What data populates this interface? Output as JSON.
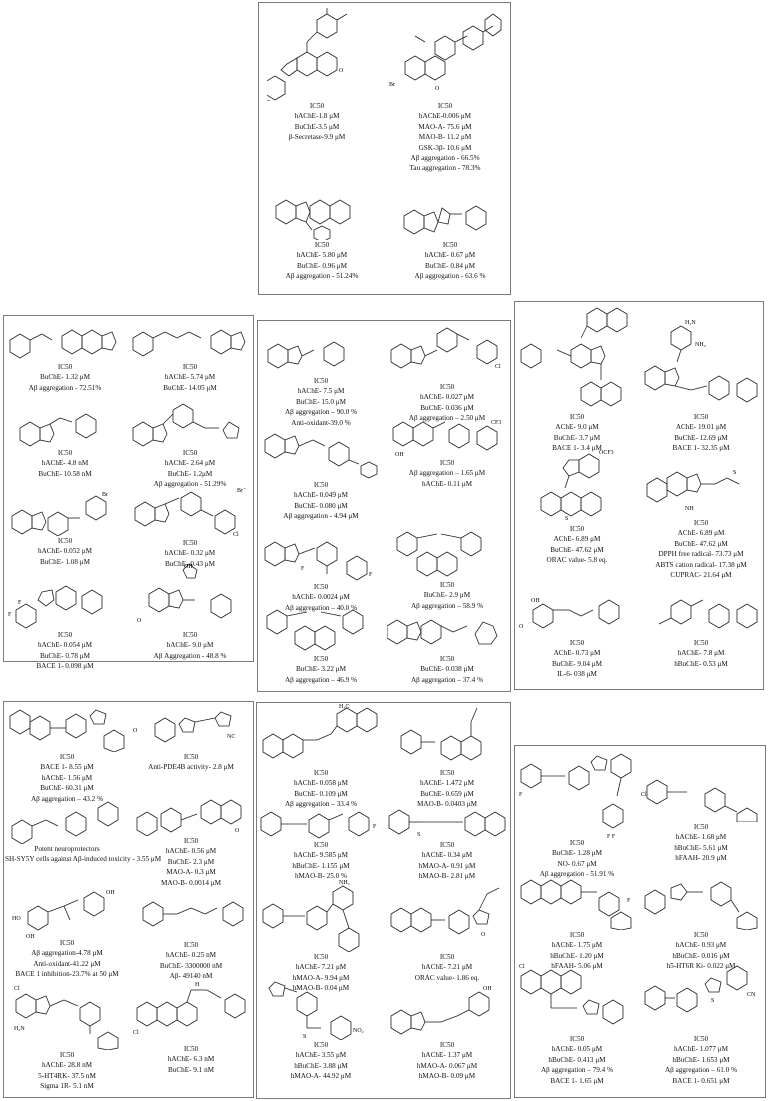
{
  "panels": [
    {
      "id": "top",
      "cells": [
        {
          "lines": [
            "IC50",
            "hAChE-1.8 μM",
            "BuChE-3.5 μM",
            "β-Secretase-9.9 μM"
          ]
        },
        {
          "lines": [
            "IC50",
            "hAChE-0.006 μM",
            "MAO-A- 75.6 μM",
            "MAO-B- 11.2 μM",
            "GSK-3β- 10.6 μM",
            "Aβ aggregation - 66.5%",
            "Tau aggregation - 78.3%"
          ]
        },
        {
          "lines": [
            "IC50",
            "hAChE- 5.80 μM",
            "BuChE- 0.96 μM",
            "Aβ aggregation - 51.24%"
          ]
        },
        {
          "lines": [
            "IC50",
            "hAChE- 0.67 μM",
            "BuChE- 0.84 μM",
            "Aβ aggregation - 63.6 %"
          ]
        }
      ]
    },
    {
      "id": "left-middle",
      "cells": [
        {
          "lines": [
            "IC50",
            "BuChE- 1.32 μM",
            "Aβ aggregation - 72.51%"
          ]
        },
        {
          "lines": [
            "IC50",
            "hAChE- 5.74 μM",
            "BuChE- 14.05 μM"
          ]
        },
        {
          "lines": [
            "IC50",
            "hAChE- 4.8 nM",
            "BuChE- 10.58 nM"
          ]
        },
        {
          "lines": [
            "IC50",
            "hAChE- 2.64 μM",
            "BuChE- 1.2μM",
            "Aβ aggregation - 51.29%"
          ]
        },
        {
          "lines": [
            "IC50",
            "hAChE- 0.052 μM",
            "BuChE- 1.08 μM"
          ]
        },
        {
          "lines": [
            "IC50",
            "hAChE- 0.32 μM",
            "BuChE- 0.43 μM"
          ]
        },
        {
          "lines": [
            "IC50",
            "hAChE- 0.054 μM",
            "BuChE- 0.78 μM",
            "BACE 1- 0.098 μM"
          ]
        },
        {
          "lines": [
            "IC50",
            "hAChE- 9.0 μM",
            "Aβ Aggregation - 48.8 %"
          ]
        }
      ]
    },
    {
      "id": "center-middle",
      "cells": [
        {
          "lines": [
            "IC50",
            "hAChE- 7.5 μM",
            "BuChE- 15.0 μM",
            "Aβ aggregation – 90.0 %",
            "Anti-oxidant-39.0 %"
          ]
        },
        {
          "lines": [
            "IC50",
            "hAChE- 0.027 μM",
            "BuChE- 0.036 μM",
            "Aβ aggregation – 2.50 μM"
          ]
        },
        {
          "lines": [
            "IC50",
            "hAChE- 0.049 μM",
            "BuChE- 0.080 μM",
            "Aβ aggregation - 4.94 μM"
          ]
        },
        {
          "lines": [
            "IC50",
            "Aβ aggregation – 1.65 μM",
            "hAChE- 0.11 μM"
          ]
        },
        {
          "lines": [
            "IC50",
            "hAChE- 0.0024 μM",
            "Aβ aggregation – 40.0 %"
          ]
        },
        {
          "lines": [
            "IC50",
            "BuChE- 2.9 μM",
            "Aβ aggregation – 58.9 %"
          ]
        },
        {
          "lines": [
            "IC50",
            "BuChE- 3.22 μM",
            "Aβ aggregation – 46.9 %"
          ]
        },
        {
          "lines": [
            "IC50",
            "BuChE- 0.038 μM",
            "Aβ aggregation – 37.4 %"
          ]
        }
      ]
    },
    {
      "id": "right-middle",
      "cells": [
        {
          "lines": [
            "IC50",
            "AChE- 9.0 μM",
            "BuChE- 3.7 μM",
            "BACE 1- 3.4 μM"
          ]
        },
        {
          "lines": [
            "IC50",
            "AChE- 19.01 μM",
            "BuChE- 12.69 μM",
            "BACE 1- 32.35 μM"
          ]
        },
        {
          "lines": [
            "IC50",
            "AChE- 6.89 μM",
            "BuChE- 47.62 μM",
            "ORAC value- 5.8 eq."
          ]
        },
        {
          "lines": [
            "IC50",
            "AChE- 6.89 μM",
            "BuChE- 47.62 μM",
            "DPPH free radical- 73.73 μM",
            "ABTS cation radical- 17.38 μM",
            "CUPRAC- 21.64 μM"
          ]
        },
        {
          "lines": [
            "IC50",
            "AChE- 0.73 μM",
            "BuChE- 9.04 μM",
            "IL-6- 038 μM"
          ]
        },
        {
          "lines": [
            "IC50",
            "hAChE- 7.8 μM",
            "hBuChE- 0.53 μM"
          ]
        }
      ]
    },
    {
      "id": "left-bottom",
      "cells": [
        {
          "lines": [
            "IC50",
            "BACE 1- 8.55 μM",
            "hAChE- 1.56 μM",
            "BuChE- 60.31 μM",
            "Aβ aggregation – 43.2 %"
          ]
        },
        {
          "lines": [
            "IC50",
            "Anti-PDE4B activity- 2.8 μM"
          ]
        },
        {
          "lines": [
            "Potent neuroprotectors",
            "SH-SY5Y cells against Aβ-induced toxicity - 3.55 μM"
          ]
        },
        {
          "lines": [
            "IC50",
            "hAChE- 0.56 μM",
            "BuChE- 2.3 μM",
            "MAO-A- 0.3 μM",
            "MAO-B- 0.0014 μM"
          ]
        },
        {
          "lines": [
            "IC50",
            "Aβ aggregation-4.78 μM",
            "Anti-oxidant-41.22 μM",
            "BACE 1 inhibition-23.7% at 50 μM"
          ]
        },
        {
          "lines": [
            "IC50",
            "hAChE- 0.25 nM",
            "BuChE- 3300000 nM",
            "Aβ- 49140 nM"
          ]
        },
        {
          "lines": [
            "IC50",
            "hAChE- 28.8 nM",
            "5-HT4RK- 37.5 nM",
            "Sigma 1R- 5.1 nM"
          ]
        },
        {
          "lines": [
            "IC50",
            "hAChE- 6.3 nM",
            "BuChE- 9.1 nM"
          ]
        }
      ]
    },
    {
      "id": "center-bottom",
      "cells": [
        {
          "lines": [
            "IC50",
            "hAChE- 0.058 μM",
            "BuChE- 0.109 μM",
            "Aβ aggregation – 33.4 %"
          ]
        },
        {
          "lines": [
            "IC50",
            "hAChE- 1.472 μM",
            "BuChE- 0.659 μM",
            "MAO-B- 0.0403 μM"
          ]
        },
        {
          "lines": [
            "IC50",
            "hAChE- 9.585 μM",
            "hBuChE- 1.155 μM",
            "hMAO-B- 25.0 %"
          ]
        },
        {
          "lines": [
            "IC50",
            "hAChE- 0.34 μM",
            "hMAO-A- 0.91 μM",
            "hMAO-B- 2.81 μM"
          ]
        },
        {
          "lines": [
            "IC50",
            "hAChE- 7.21 μM",
            "hMAO-A- 9.94 μM",
            "hMAO-B- 0.04 μM"
          ]
        },
        {
          "lines": [
            "IC50",
            "hAChE- 7.21 μM",
            "ORAC value- 1.86 eq."
          ]
        },
        {
          "lines": [
            "IC50",
            "hAChE- 3.55 μM",
            "hBuChE- 3.88 μM",
            "hMAO-A- 44.92 μM"
          ]
        },
        {
          "lines": [
            "IC50",
            "hAChE- 1.37 μM",
            "hMAO-A- 0.067 μM",
            "hMAO-B- 0.09 μM"
          ]
        }
      ]
    },
    {
      "id": "right-bottom",
      "cells": [
        {
          "lines": [
            "IC50",
            "BuChE- 1.28 μM",
            "NO- 0.67 μM",
            "Aβ aggregation - 51.91 %"
          ]
        },
        {
          "lines": [
            "IC50",
            "hAChE- 1.68 μM",
            "hBuChE- 5.61 μM",
            "hFAAH- 20.9 μM"
          ]
        },
        {
          "lines": [
            "IC50",
            "hAChE- 1.75 μM",
            "hBuChE- 1.20 μM",
            "hFAAH- 5.06 μM"
          ]
        },
        {
          "lines": [
            "IC50",
            "hAChE- 0.93 μM",
            "hBuChE- 0.016 μM",
            "h5-HT6R Ki- 0.022 μM"
          ]
        },
        {
          "lines": [
            "IC50",
            "hAChE- 0.05 μM",
            "hBuChE- 0.413 μM",
            "Aβ aggregation – 79.4 %",
            "BACE 1- 1.65 μM"
          ]
        },
        {
          "lines": [
            "IC50",
            "hAChE- 1.077 μM",
            "hBuChE- 1.653 μM",
            "Aβ aggregation – 61.0 %",
            "BACE 1- 0.651 μM"
          ]
        }
      ]
    }
  ]
}
